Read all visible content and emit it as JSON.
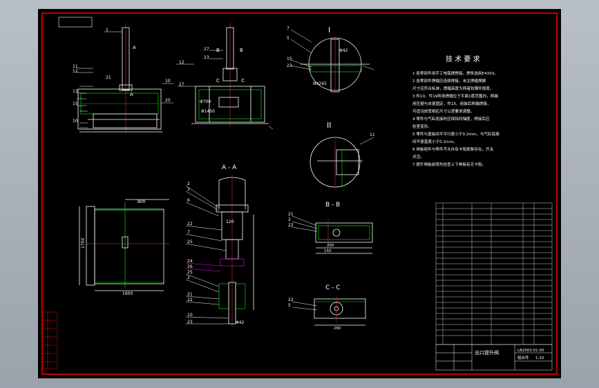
{
  "colors": {
    "background": "#000000",
    "border": "#ff0000",
    "line": "#ffffff",
    "hatch": "#00ff00",
    "centerline": "#ff3030",
    "leader": "#ff00ff"
  },
  "section_labels": {
    "detail_one": "I",
    "detail_two": "II",
    "section_aa": "A - A",
    "section_bb": "B - B",
    "section_cc": "C - C"
  },
  "dims": {
    "phi700": "Φ700",
    "phi1450": "Φ1450",
    "w1600": "1600",
    "w800": "800",
    "h1750": "1750",
    "b120": "120",
    "b200": "200",
    "b280": "280",
    "b150": "150",
    "n4245": "N4245",
    "phi42": "Φ42"
  },
  "tech": {
    "title": "技 术 要 求",
    "lines": [
      "1 各零部件用手工电弧焊焊接，焊条选用E4303。",
      "2 各零部件焊缝应连续焊接，未注焊缝焊脚",
      "  尺寸应符合标准，焊缝高度为两者较薄件厚度。",
      "3 件10、件19所用焊缝位于平面1度范围内，两端",
      "  用压缩与夹紧固定，件15、组装后两端焊接，",
      "  可适当放宽相应尺寸公差要求调整。",
      "4 零件与气缸连接时应保持同轴度，焊接后应",
      "  检查变形。",
      "5 零件与盖板间不平行度小于0.2mm，与气缸底面",
      "  间不垂直度小于0.1mm。",
      "6 闸板组件与零件不允许有卡阻现象存在，开关",
      "  灵活。",
      "7 提升闸板前须先检查上下闸板有无卡阻。"
    ]
  },
  "title_block": {
    "name": "出口提升阀",
    "drawing_no": "LB2003.01.00",
    "material": "组合件",
    "scale": "1:10"
  },
  "callouts": {
    "c1": "1",
    "c2": "2",
    "c3": "3",
    "c5": "5",
    "c6": "6",
    "c7": "7",
    "c10": "10",
    "c11": "11",
    "c12": "12",
    "c13": "13",
    "c15": "15",
    "c20": "20",
    "c21": "21",
    "c22": "22",
    "c23": "23",
    "c24": "24",
    "c25": "25",
    "c26": "26",
    "c27": "27",
    "a": "A",
    "b": "B",
    "c": "C"
  }
}
